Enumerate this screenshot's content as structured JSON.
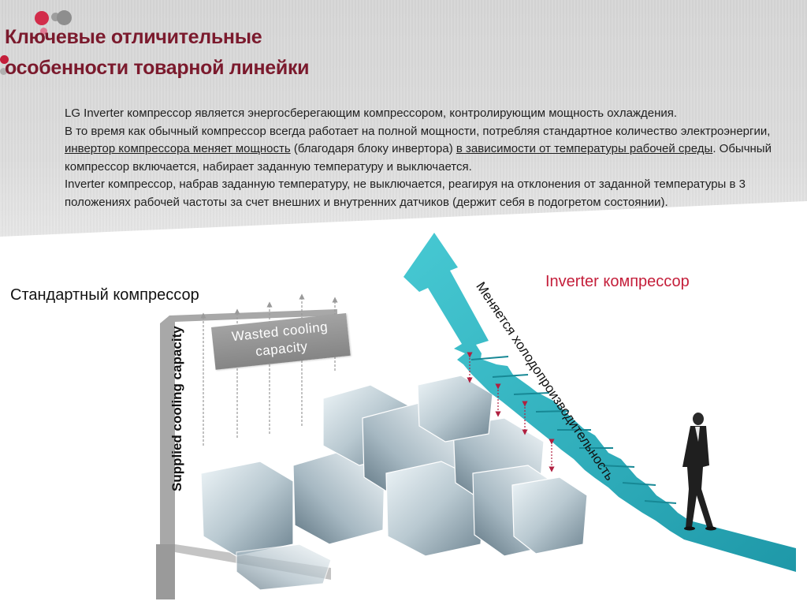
{
  "title": {
    "line1": "Ключевые отличительные",
    "line2": "особенности товарной линейки"
  },
  "body": {
    "p1": "LG Inverter компрессор является энергосберегающим компрессором, контролирующим мощность охлаждения.",
    "p2_a": "В то время как обычный  компрессор всегда работает на полной мощности, потребляя стандартное количество электроэнергии, ",
    "p2_u1": "инвертор компрессора меняет мощность",
    "p2_b": " (благодаря блоку инвертора) ",
    "p2_u2": "в зависимости от температуры рабочей среды",
    "p2_c": ". Обычный компрессор включается,  набирает заданную температуру и выключается.",
    "p3": "Inverter компрессор, набрав заданную температуру, не выключается, реагируя на отклонения от заданной температуры в 3 положениях рабочей частоты за счет внешних и внутренних датчиков (держит себя в подогретом состоянии)."
  },
  "illustration": {
    "standard_label": "Стандартный компрессор",
    "inverter_label": "Inverter компрессор",
    "supplied_label": "Supplied cooling capacity",
    "wasted_line1": "Wasted cooling",
    "wasted_line2": "capacity",
    "changes_label": "Меняется холодопроизводительность"
  },
  "colors": {
    "title": "#7b1a2d",
    "accent_pink": "#c41e3a",
    "teal": "#2bb3c0",
    "dot_red": "#d22c4a",
    "dot_gray": "#9e9e9e"
  }
}
